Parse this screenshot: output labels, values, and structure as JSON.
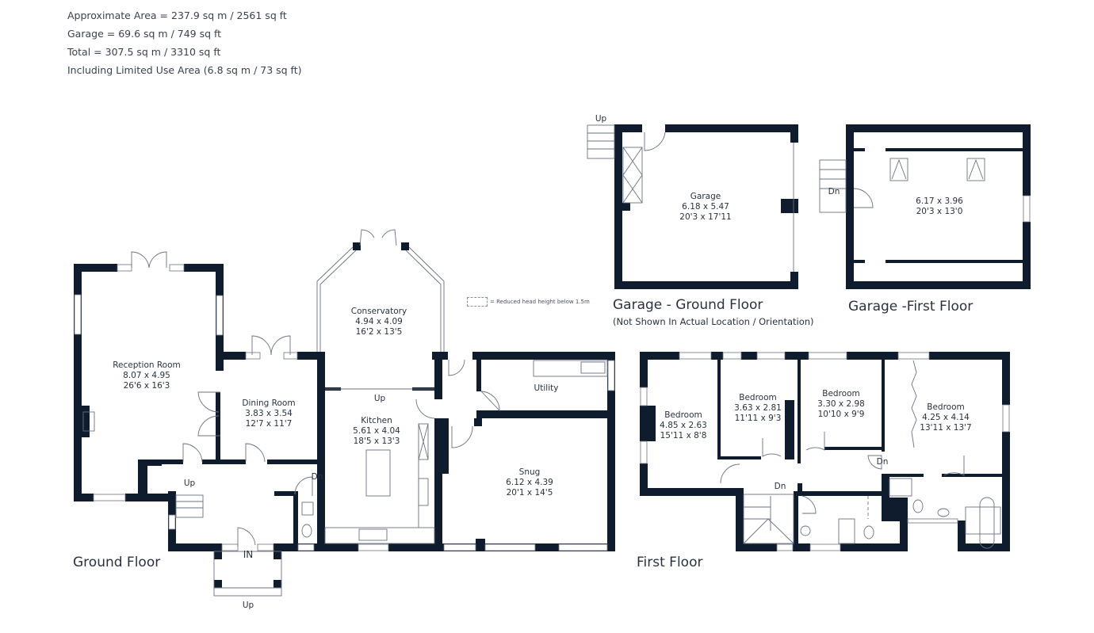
{
  "area_summary": {
    "lines": [
      "Approximate Area = 237.9 sq m / 2561 sq ft",
      "Garage = 69.6 sq m / 749 sq ft",
      "Total = 307.5 sq m / 3310 sq ft",
      "Including Limited Use Area (6.8 sq m / 73 sq ft)"
    ]
  },
  "legend": {
    "text": "= Reduced head height below 1.5m"
  },
  "ground_floor": {
    "title": "Ground Floor",
    "rooms": [
      {
        "name": "Reception Room",
        "metric": "8.07 x 4.95",
        "imperial": "26'6 x 16'3"
      },
      {
        "name": "Dining Room",
        "metric": "3.83 x 3.54",
        "imperial": "12'7 x 11'7"
      },
      {
        "name": "Conservatory",
        "metric": "4.94 x 4.09",
        "imperial": "16'2 x 13'5"
      },
      {
        "name": "Kitchen",
        "metric": "5.61 x 4.04",
        "imperial": "18'5 x 13'3"
      },
      {
        "name": "Utility"
      },
      {
        "name": "Snug",
        "metric": "6.12 x 4.39",
        "imperial": "20'1 x 14'5"
      }
    ],
    "markers": {
      "up_stairs": "Up",
      "up_conservatory": "Up",
      "dn": "Dn",
      "entrance": "IN",
      "up_porch": "Up"
    }
  },
  "first_floor": {
    "title": "First Floor",
    "rooms": [
      {
        "name": "Bedroom",
        "metric": "4.85 x 2.63",
        "imperial": "15'11 x 8'8"
      },
      {
        "name": "Bedroom",
        "metric": "3.63 x 2.81",
        "imperial": "11'11 x 9'3"
      },
      {
        "name": "Bedroom",
        "metric": "3.30 x 2.98",
        "imperial": "10'10 x 9'9"
      },
      {
        "name": "Bedroom",
        "metric": "4.25 x 4.14",
        "imperial": "13'11 x 13'7"
      }
    ],
    "markers": {
      "dn_stairs": "Dn",
      "dn_step": "Dn"
    }
  },
  "garage_ground": {
    "title": "Garage - Ground Floor",
    "subtitle": "(Not Shown In Actual Location / Orientation)",
    "room": {
      "name": "Garage",
      "metric": "6.18 x 5.47",
      "imperial": "20'3 x 17'11"
    },
    "markers": {
      "up": "Up"
    }
  },
  "garage_first": {
    "title": "Garage -First Floor",
    "room": {
      "metric": "6.17 x 3.96",
      "imperial": "20'3 x 13'0"
    },
    "markers": {
      "dn": "Dn"
    }
  }
}
